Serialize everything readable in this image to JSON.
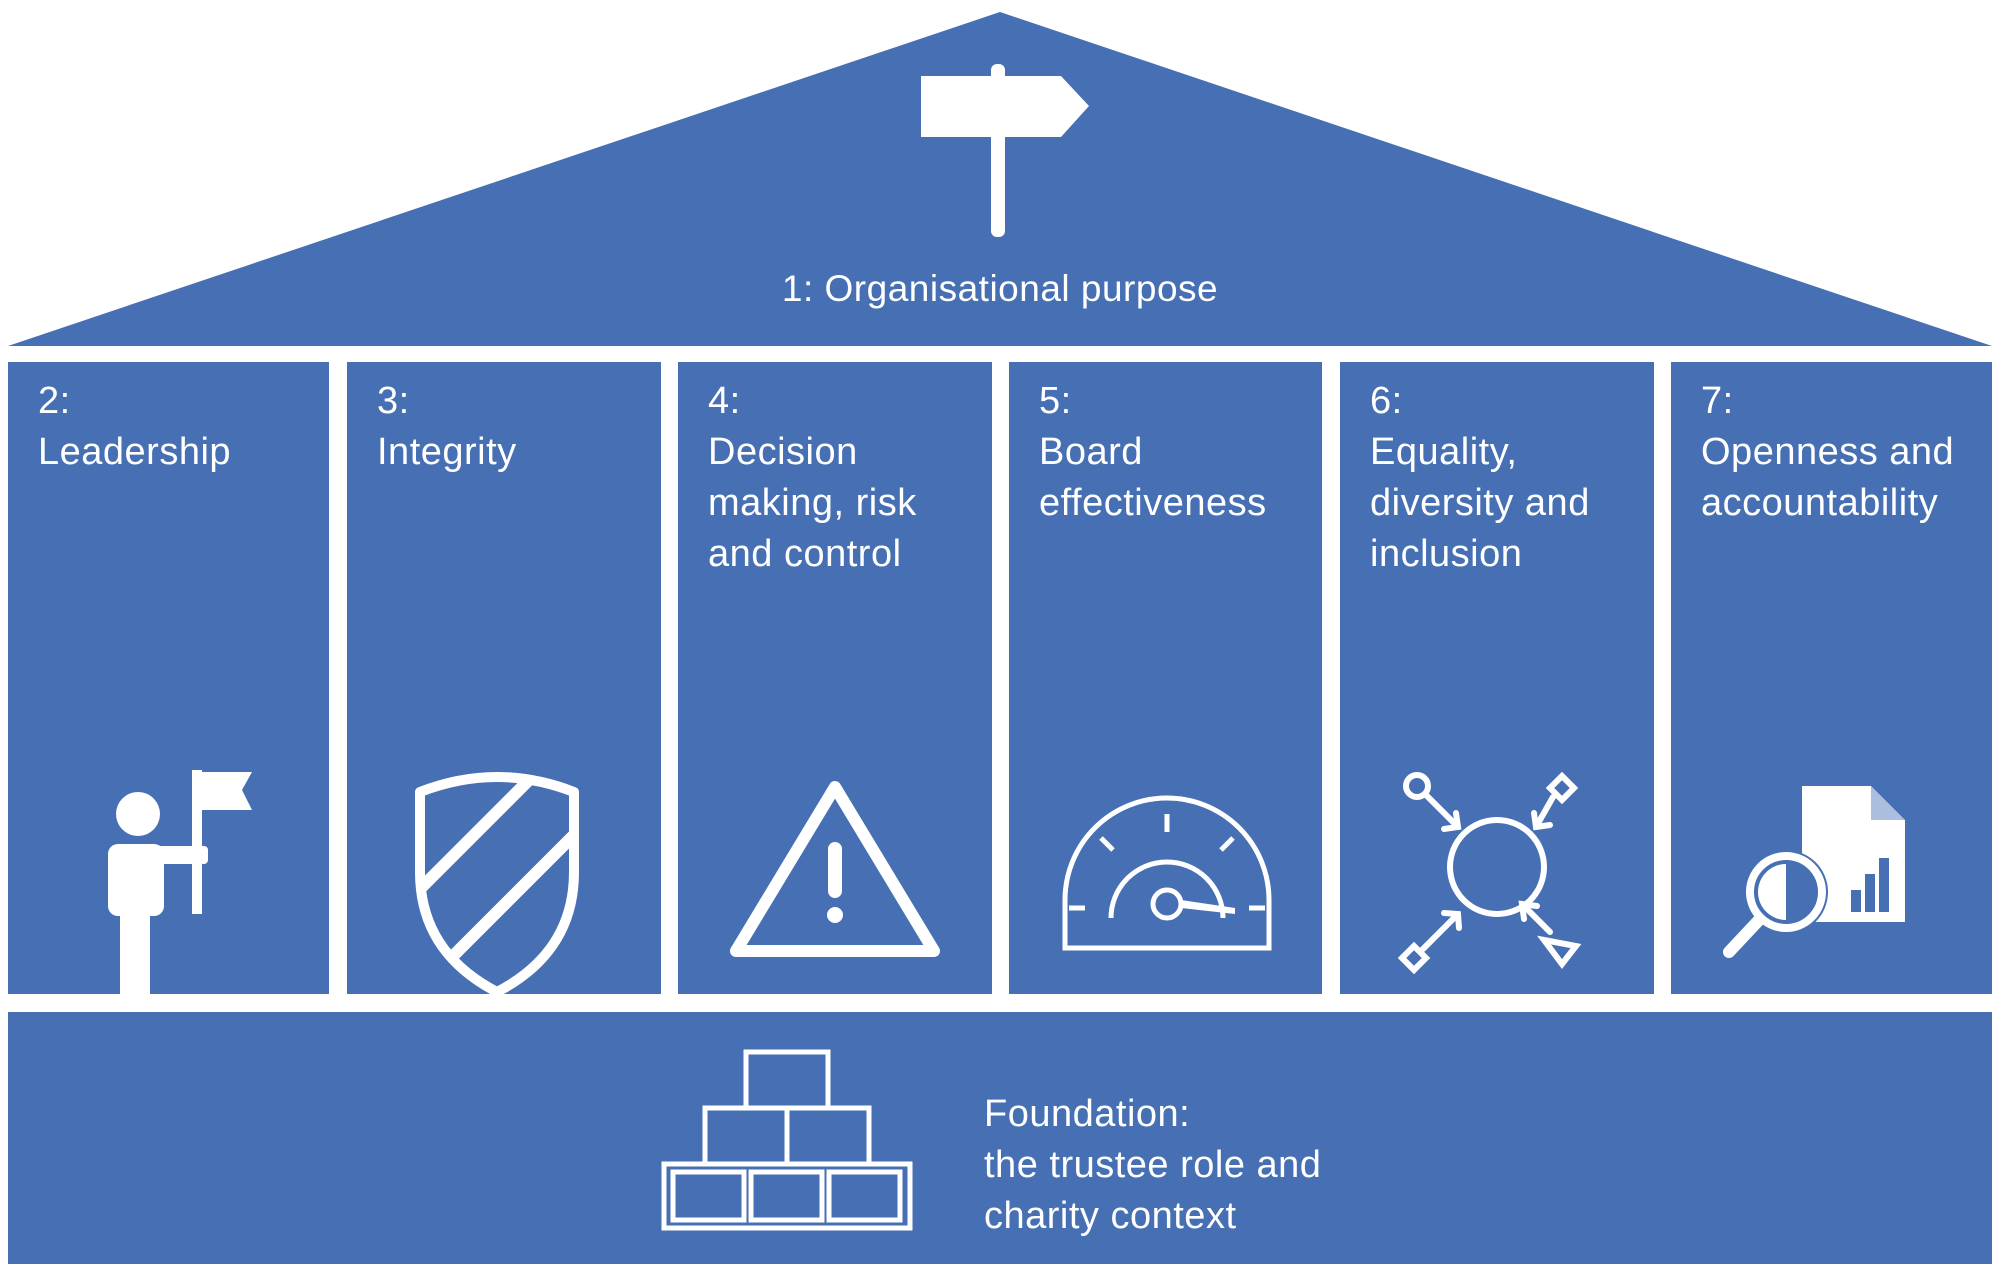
{
  "colors": {
    "fill": "#466fb4",
    "line": "#ffffff",
    "background": "#ffffff"
  },
  "roof": {
    "label": "1: Organisational purpose",
    "icon": "signpost-icon"
  },
  "pillars": [
    {
      "number": "2:",
      "title": "Leadership",
      "icon": "person-with-flag-icon"
    },
    {
      "number": "3:",
      "title": "Integrity",
      "icon": "shield-icon"
    },
    {
      "number": "4:",
      "title": "Decision making, risk and control",
      "icon": "warning-triangle-icon"
    },
    {
      "number": "5:",
      "title": "Board effectiveness",
      "icon": "speedometer-icon"
    },
    {
      "number": "6:",
      "title": "Equality, diversity and inclusion",
      "icon": "diverging-arrows-icon"
    },
    {
      "number": "7:",
      "title": "Openness and accountability",
      "icon": "document-magnifier-icon"
    }
  ],
  "foundation": {
    "lines": [
      "Foundation:",
      "the trustee role and",
      "charity context"
    ],
    "icon": "stacked-blocks-icon"
  }
}
